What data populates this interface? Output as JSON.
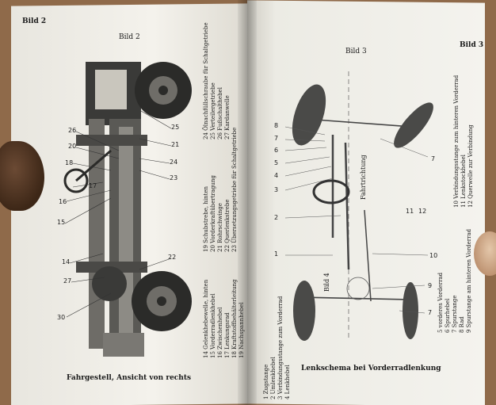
{
  "left_page": {
    "running_header": "Bild 2",
    "figure_label": "Bild 2",
    "caption": "Fahrgestell, Ansicht von rechts",
    "legend_col1": [
      "14 Gelenkhebewelle, hinten",
      "15 Vorderradlenkhebel",
      "16 Zwischenhebel",
      "17 Lenkungsrad",
      "18 Kraftstoffbehälterleitung",
      "19 Nachspannhebel"
    ],
    "legend_col2": [
      "19 Schubstrebe, hinten",
      "20 Vorderkraftübertragung",
      "21 Rohrschwinge",
      "22 Querlenkstrebe",
      "23 Übersetzungsgetriebe für Schaltgetriebe"
    ],
    "legend_col3": [
      "24 Ölnachfüllschraube für Schaltgetriebe",
      "25 Verteilergetriebe",
      "26 Fußschalthebel",
      "27 Kardanwelle"
    ],
    "callouts": [
      "26",
      "20",
      "18",
      "17",
      "16",
      "15",
      "14",
      "27",
      "30",
      "25",
      "21",
      "24",
      "23",
      "22"
    ]
  },
  "right_page": {
    "running_header": "Bild 3",
    "figure_label": "Bild 3",
    "direction_label": "Fahrtrichtung",
    "inset_label": "Bild 4",
    "caption": "Lenkschema bei Vorderradlenkung",
    "legend_col1": [
      "1 Zugstange",
      "2 Umlenkhebel",
      "3 Verbindungsstange zum Vorderrad",
      "4 Lenkhebel"
    ],
    "legend_col2": [
      "5 vorderes Vorderrad",
      "6 Spurhebel",
      "7 Spurstange",
      "8 Rad",
      "9 Spurstange am hinteren Vorderrad"
    ],
    "legend_col3": [
      "10 Verbindungsstange zum hinteren Vorderrad",
      "11 Lenkstockhebel",
      "12 Querwelle zur Verbindung"
    ],
    "callouts_left": [
      "8",
      "7",
      "6",
      "5",
      "4",
      "3",
      "2",
      "1"
    ],
    "callouts_right": [
      "7",
      "11",
      "12",
      "10",
      "9",
      "7"
    ]
  }
}
